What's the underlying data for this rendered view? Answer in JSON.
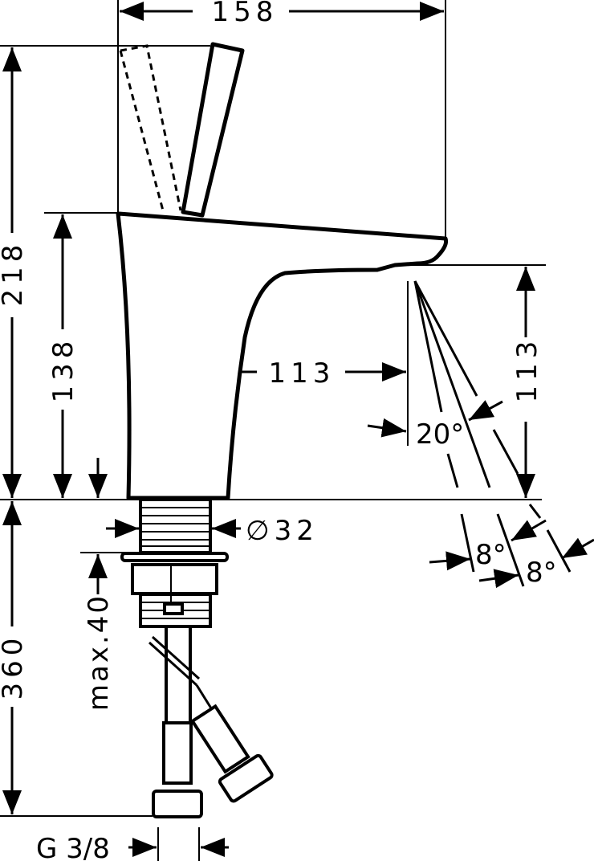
{
  "dimensions": {
    "overall_width": "158",
    "overall_height": "218",
    "spout_height": "138",
    "spout_reach": "113",
    "outlet_height": "113",
    "spray_angle": "20°",
    "spray_angle_left": "8°",
    "spray_angle_right": "8°",
    "shank_diameter": "∅32",
    "max_counter_thickness": "max.40",
    "hose_length": "360",
    "connection_thread": "G 3/8"
  },
  "colors": {
    "line": "#000000",
    "background": "#ffffff"
  }
}
